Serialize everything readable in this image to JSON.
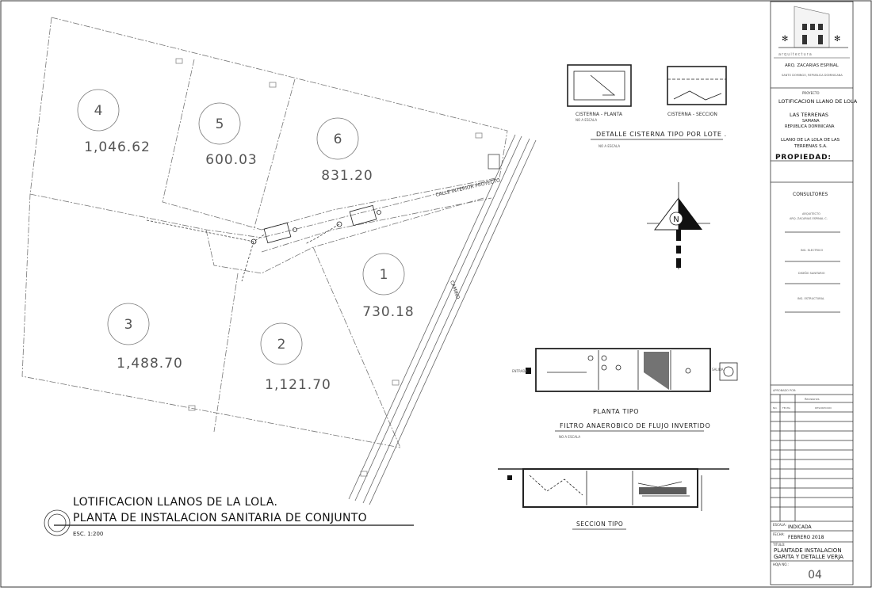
{
  "drawing": {
    "title_line1": "LOTIFICACION LLANOS DE LA LOLA.",
    "title_line2": "PLANTA DE INSTALACION SANITARIA DE CONJUNTO",
    "scale": "ESC. 1:200",
    "street_label": "CALLE INTERIOR PROYECTO",
    "road_label": "CAMINO"
  },
  "lots": [
    {
      "number": "1",
      "area": "730.18"
    },
    {
      "number": "2",
      "area": "1,121.70"
    },
    {
      "number": "3",
      "area": "1,488.70"
    },
    {
      "number": "4",
      "area": "1,046.62"
    },
    {
      "number": "5",
      "area": "600.03"
    },
    {
      "number": "6",
      "area": "831.20"
    }
  ],
  "cistern": {
    "plan_label": "CISTERNA - PLANTA",
    "section_label": "CISTERNA - SECCION",
    "title": "DETALLE CISTERNA TIPO POR LOTE .",
    "scale": "NO A ESCALA",
    "scale_small": "NO A ESCALA"
  },
  "filter": {
    "plan_label": "PLANTA TIPO",
    "title": "FILTRO ANAEROBICO DE FLUJO INVERTIDO",
    "scale": "NO A ESCALA",
    "section_label": "SECCION TIPO",
    "entrada": "ENTRADA",
    "salida": "SALIDA"
  },
  "north": {
    "letter": "N"
  },
  "title_block": {
    "firm": "arquitectura",
    "architect": "ARQ. ZACARIAS ESPINAL",
    "address": "SANTO DOMINGO, REPUBLICA DOMINICANA",
    "project_heading": "PROYECTO",
    "project_name": "LOTIFICACION LLANO DE LOLA",
    "location_1": "LAS TERRENAS",
    "location_2": "SAMANA",
    "location_3": "REPUBLICA DOMINICANA",
    "owner_1": "LLANO DE LA LOLA DE LAS",
    "owner_2": "TERRENAS S.A.",
    "property_label": "PROPIEDAD:",
    "consultants_heading": "CONSULTORES",
    "consultant_architect": "ARQUITECTO",
    "consultant_architect_name": "ARQ. ZACARIAS ESPINAL C.",
    "consultant_electrical": "ING. ELECTRICO",
    "consultant_sanitary": "DISEÑO SANITARIO",
    "consultant_structural": "ING. ESTRUCTURAL",
    "approved_label": "APROBADO POR:",
    "revisions_label": "Revisiones",
    "col_no": "NO.",
    "col_date": "FECHA",
    "col_desc": "DESCRIPCION",
    "scale_label": "ESCALA:",
    "scale_value": "INDICADA",
    "date_label": "FECHA:",
    "date_value": "FEBRERO 2018",
    "sheet_title_label": "TITULO:",
    "sheet_title_1": "PLANTADE INSTALACION",
    "sheet_title_2": "GARITA Y DETALLE VERJA",
    "sheet_no_label": "HOJA NO.:",
    "sheet_no": "04"
  }
}
